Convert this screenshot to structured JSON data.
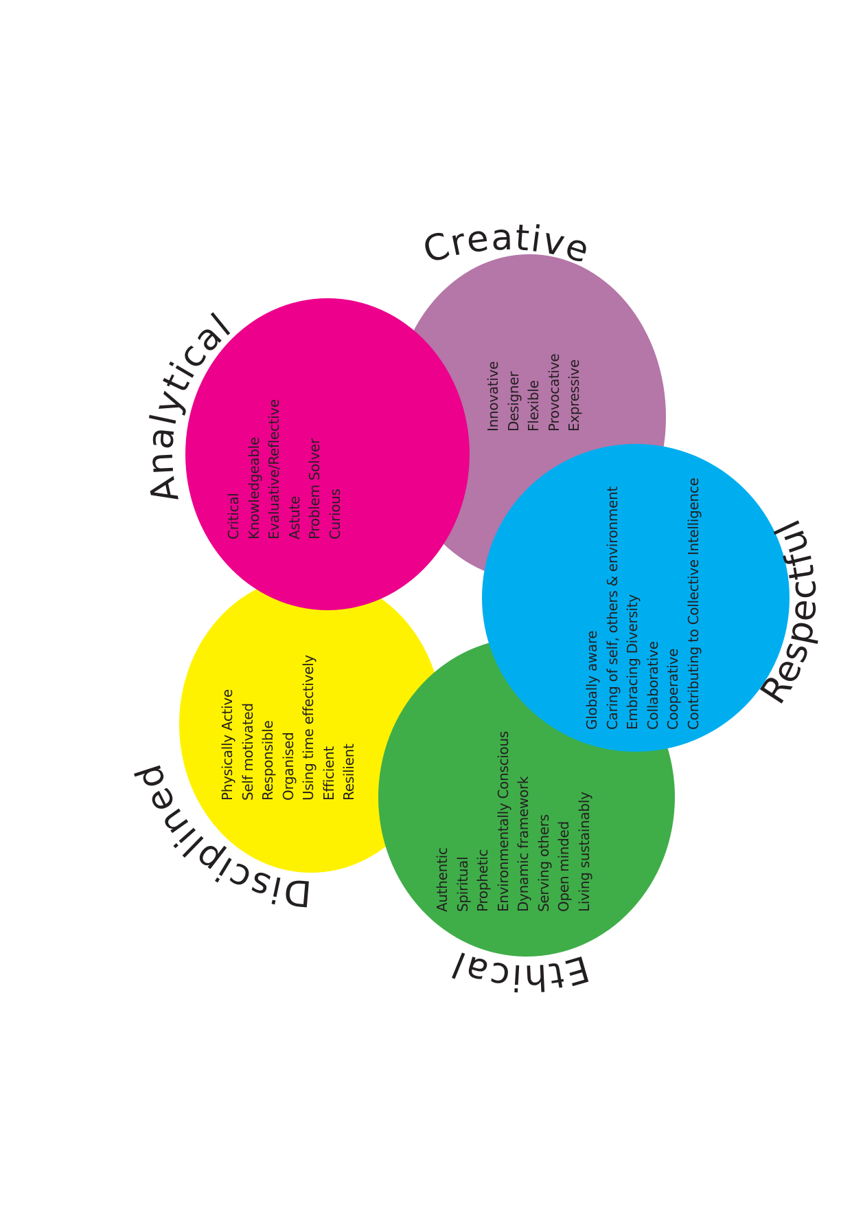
{
  "colors": {
    "creative": "#b576a8",
    "analytical": "#ec008c",
    "disciplined": "#fff200",
    "ethical": "#3fae49",
    "respectful": "#00aeef",
    "text": "#231f20"
  },
  "groups": {
    "creative": {
      "title": "Creative",
      "items": [
        "Innovative",
        "Designer",
        "Flexible",
        "Provocative",
        "Expressive"
      ]
    },
    "analytical": {
      "title": "Analytical",
      "items": [
        "Critical",
        "Knowledgeable",
        "Evaluative/Reflective",
        "Astute",
        "Problem Solver",
        "Curious"
      ]
    },
    "respectful": {
      "title": "Respectful",
      "items": [
        "Globally aware",
        "Caring of self, others & environment",
        "Embracing Diversity",
        "Collaborative",
        "Cooperative",
        "Contributing to Collective Intelligence"
      ]
    },
    "disciplined": {
      "title": "Disciplined",
      "items": [
        "Physically Active",
        "Self motivated",
        "Responsible",
        "Organised",
        "Using time effectively",
        "Efficient",
        "Resilient"
      ]
    },
    "ethical": {
      "title": "Ethical",
      "items": [
        "Authentic",
        "Spiritual",
        "Prophetic",
        "Environmentally Conscious",
        "Dynamic framework",
        "Serving others",
        "Open minded",
        "Living sustainably"
      ]
    }
  }
}
